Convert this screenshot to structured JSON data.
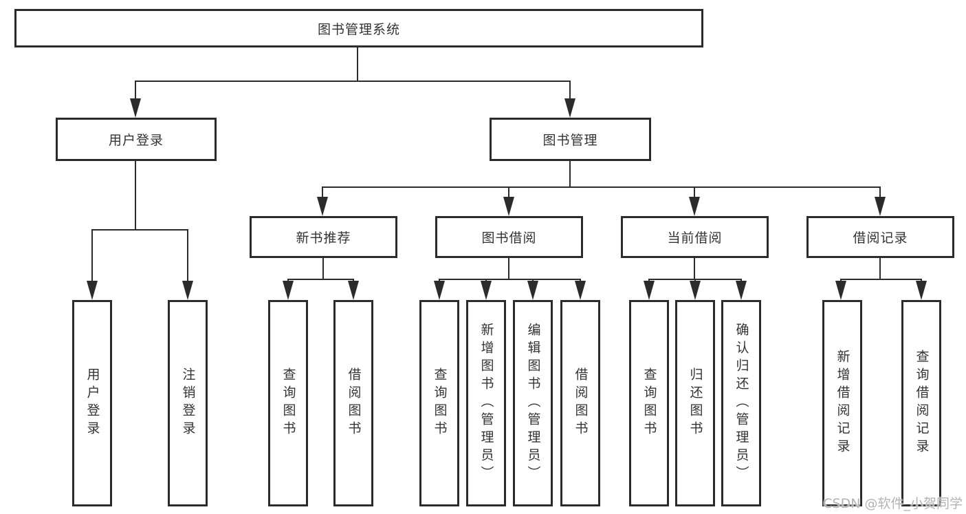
{
  "diagram_type": "tree",
  "tree": {
    "label": "图书管理系统",
    "children": [
      {
        "label": "用户登录",
        "children": [
          {
            "label": "用户登录"
          },
          {
            "label": "注销登录"
          }
        ]
      },
      {
        "label": "图书管理",
        "children": [
          {
            "label": "新书推荐",
            "children": [
              {
                "label": "查询图书"
              },
              {
                "label": "借阅图书"
              }
            ]
          },
          {
            "label": "图书借阅",
            "children": [
              {
                "label": "查询图书"
              },
              {
                "label": "新增图书（管理员）"
              },
              {
                "label": "编辑图书（管理员）"
              },
              {
                "label": "借阅图书"
              }
            ]
          },
          {
            "label": "当前借阅",
            "children": [
              {
                "label": "查询图书"
              },
              {
                "label": "归还图书"
              },
              {
                "label": "确认归还（管理员）"
              }
            ]
          },
          {
            "label": "借阅记录",
            "children": [
              {
                "label": "新增借阅记录"
              },
              {
                "label": "查询借阅记录"
              }
            ]
          }
        ]
      }
    ]
  },
  "watermark": {
    "text": "CSDN @软件_小贺同学"
  },
  "colors": {
    "background": "#ffffff",
    "line": "#2b2b2b",
    "box_border": "#2b2b2b",
    "box_fill": "#ffffff",
    "text": "#333333",
    "watermark": "#b3b3b3"
  }
}
